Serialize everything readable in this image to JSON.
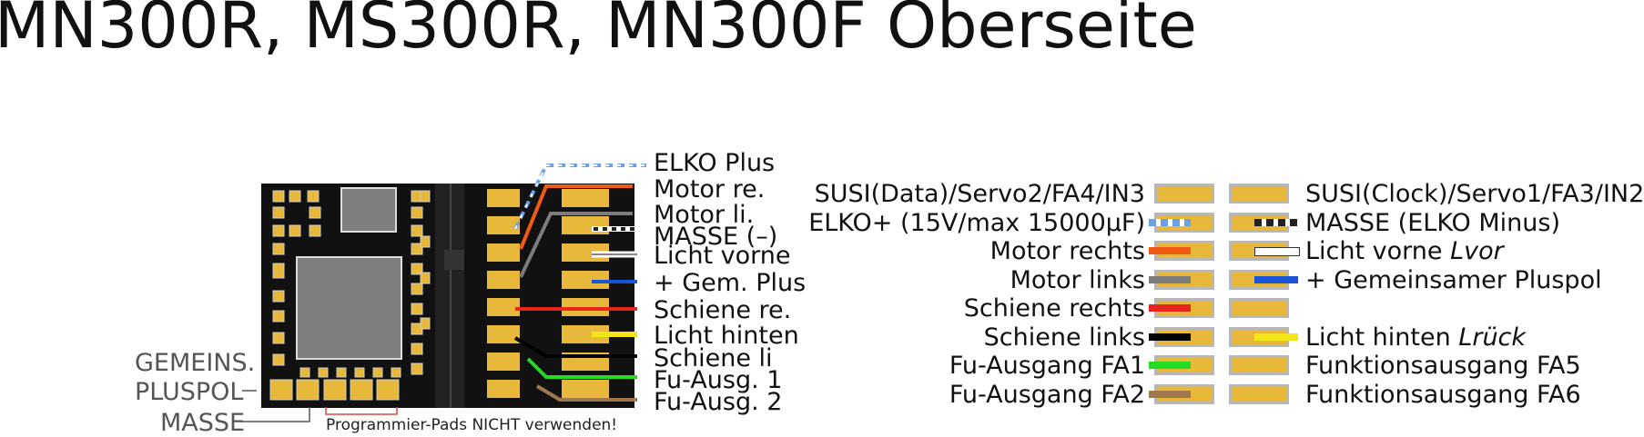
{
  "title": "MN300R, MS300R, MN300F Oberseite",
  "left_labels": {
    "elko_plus": "ELKO Plus",
    "motor_re": "Motor re.",
    "motor_li": "Motor li.",
    "masse": "MASSE (–)",
    "licht_vorne": "Licht vorne",
    "gem_plus": "+ Gem. Plus",
    "schiene_re": "Schiene re.",
    "licht_hinten": "Licht hinten",
    "schiene_li": "Schiene li",
    "fu_ausg_1": "Fu-Ausg. 1",
    "fu_ausg_2": "Fu-Ausg. 2",
    "gemeins": "GEMEINS.",
    "pluspol": "PLUSPOL",
    "masse_bottom": "MASSE",
    "programmier": "Programmier-Pads NICHT verwenden!"
  },
  "pinout_left": [
    {
      "label": "SUSI(Data)/Servo2/FA4/IN3",
      "wire": ""
    },
    {
      "label": "ELKO+ (15V/max 15000µF)",
      "wire": "#6aa0e8"
    },
    {
      "label": "Motor rechts",
      "wire": "#f05a14"
    },
    {
      "label": "Motor links",
      "wire": "#7c7c7c"
    },
    {
      "label": "Schiene rechts",
      "wire": "#e8251c"
    },
    {
      "label": "Schiene links",
      "wire": "#000000"
    },
    {
      "label": "Fu-Ausgang FA1",
      "wire": "#22dd22"
    },
    {
      "label": "Fu-Ausgang FA2",
      "wire": "#a07850"
    }
  ],
  "pinout_right": [
    {
      "label": "SUSI(Clock)/Servo1/FA3/IN2",
      "italic": "",
      "wire": ""
    },
    {
      "label": "MASSE (ELKO Minus)",
      "italic": "",
      "wire": "#222222"
    },
    {
      "label": "Licht vorne ",
      "italic": "Lvor",
      "wire": "#ffffff"
    },
    {
      "label": "+ Gemeinsamer Pluspol",
      "italic": "",
      "wire": "#1a55d8"
    },
    {
      "label": "",
      "italic": "",
      "wire": ""
    },
    {
      "label": "Licht hinten ",
      "italic": "Lrück",
      "wire": "#f2e51a"
    },
    {
      "label": "Funktionsausgang FA5",
      "italic": "",
      "wire": ""
    },
    {
      "label": "Funktionsausgang FA6",
      "italic": "",
      "wire": ""
    }
  ],
  "colors": {
    "board": "#111111",
    "pad": "#e8b83a",
    "pad_border": "#b7b7b7",
    "chip": "#7f7f7f"
  }
}
